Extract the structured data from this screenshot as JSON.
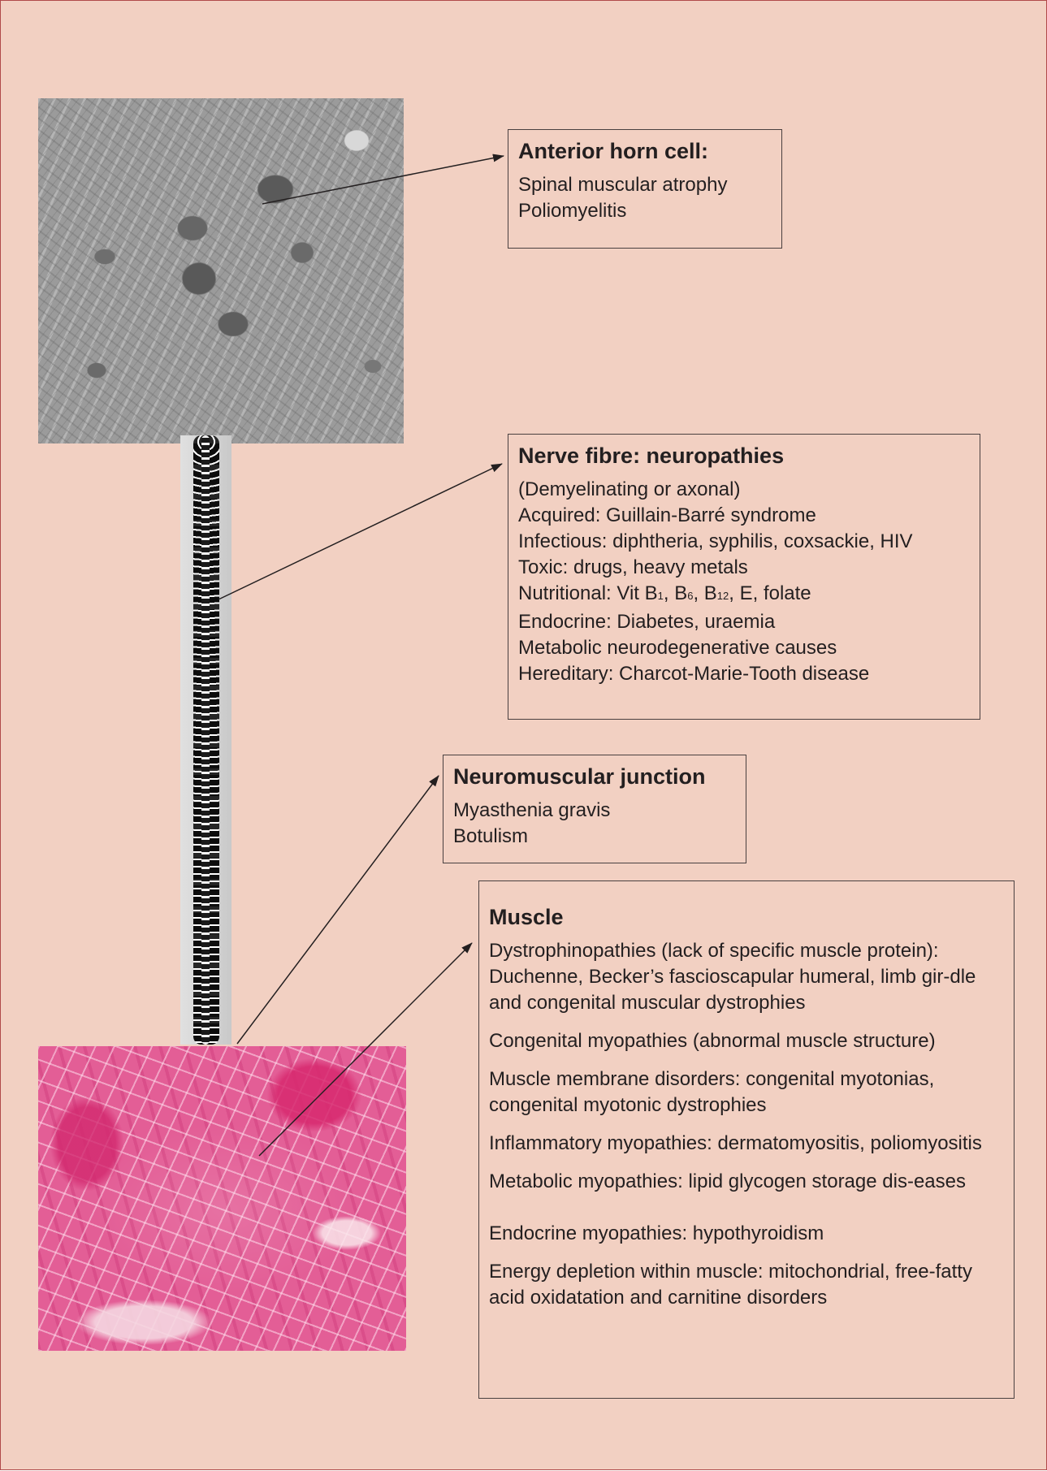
{
  "boxes": {
    "anterior_horn": {
      "title": "Anterior horn cell:",
      "lines": [
        "Spinal muscular atrophy",
        "Poliomyelitis"
      ]
    },
    "nerve_fibre": {
      "title": "Nerve fibre: neuropathies",
      "lines": [
        "(Demyelinating or axonal)",
        "Acquired: Guillain-Barré syndrome",
        "Infectious: diphtheria, syphilis, coxsackie, HIV",
        "Toxic: drugs, heavy metals"
      ],
      "nutritional": {
        "prefix": "Nutritional: Vit B",
        "sub1": "1",
        "mid1": ", B",
        "sub2": "6",
        "mid2": ", B",
        "sub3": "12",
        "suffix": ", E, folate"
      },
      "lines_after": [
        "Endocrine: Diabetes, uraemia",
        "Metabolic neurodegenerative causes",
        "Hereditary: Charcot-Marie-Tooth disease"
      ]
    },
    "neuromuscular": {
      "title": "Neuromuscular junction",
      "lines": [
        "Myasthenia gravis",
        "Botulism"
      ]
    },
    "muscle": {
      "title": "Muscle",
      "paragraphs": [
        "Dystrophinopathies (lack of specific muscle protein): Duchenne, Becker’s fascioscapular humeral, limb gir-dle and congenital muscular dystrophies",
        "Congenital myopathies (abnormal muscle structure)",
        "Muscle membrane disorders: congenital myotonias, congenital myotonic dystrophies",
        "Inflammatory myopathies: dermatomyositis, poliomyositis",
        "Metabolic myopathies: lipid glycogen storage dis-eases",
        "Endocrine myopathies: hypothyroidism",
        "Energy depletion within  muscle: mitochondrial, free-fatty acid oxidatation and carnitine disorders"
      ]
    }
  },
  "colors": {
    "background": "#f2d0c2",
    "frame": "#b04a4a",
    "text": "#231f20"
  }
}
